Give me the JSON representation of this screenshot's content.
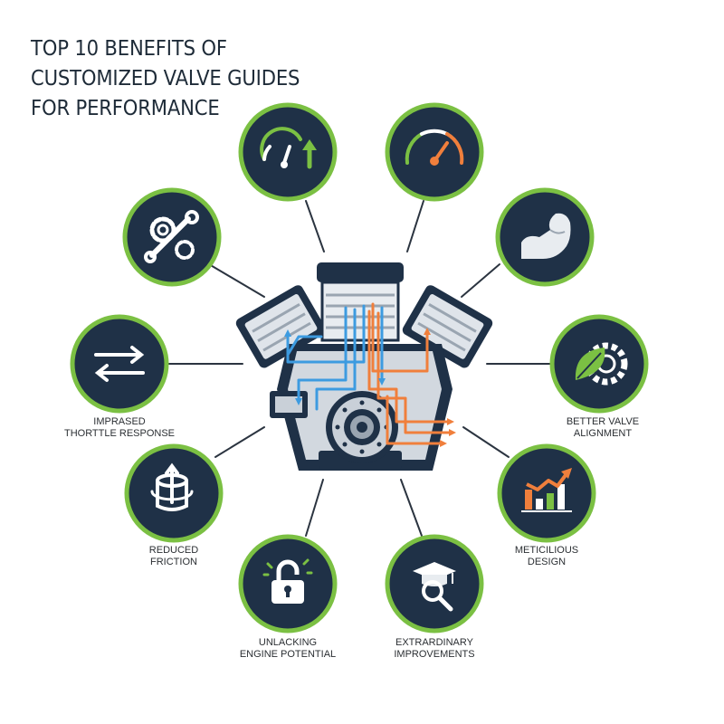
{
  "title": {
    "line1": "TOP 10 BENEFITS OF",
    "line2": "CUSTOMIZED VALVE GUIDES",
    "line3": "FOR PERFORMANCE"
  },
  "colors": {
    "navy": "#1f3147",
    "green_ring": "#7bc043",
    "icon_green": "#7bc043",
    "icon_orange": "#f07f3c",
    "arrow_blue": "#3d9be0",
    "arrow_orange": "#f07f3c",
    "engine_gray": "#c9d0d8",
    "connector": "#2b3440"
  },
  "benefits": [
    {
      "icon": "speedometer-up-arrow-icon"
    },
    {
      "icon": "speedometer-gauge-icon"
    },
    {
      "icon": "wrench-gears-icon"
    },
    {
      "icon": "flexed-arm-icon"
    },
    {
      "icon": "bidirectional-arrows-icon",
      "label_line1": "IMPRASED",
      "label_line2": "THORTTLE RESPONSE"
    },
    {
      "icon": "leaf-gear-icon",
      "label_line1": "BETTER VALVE",
      "label_line2": "ALIGNMENT"
    },
    {
      "icon": "cylinder-rotation-icon",
      "label_line1": "REDUCED",
      "label_line2": "FRICTION"
    },
    {
      "icon": "rising-bar-chart-icon",
      "label_line1": "METICILIOUS",
      "label_line2": "DESIGN"
    },
    {
      "icon": "unlocked-padlock-icon",
      "label_line1": "UNLACKING",
      "label_line2": "ENGINE POTENTIAL"
    },
    {
      "icon": "graduation-cap-magnifier-icon",
      "label_line1": "EXTRARDINARY",
      "label_line2": "IMPROVEMENTS"
    }
  ]
}
